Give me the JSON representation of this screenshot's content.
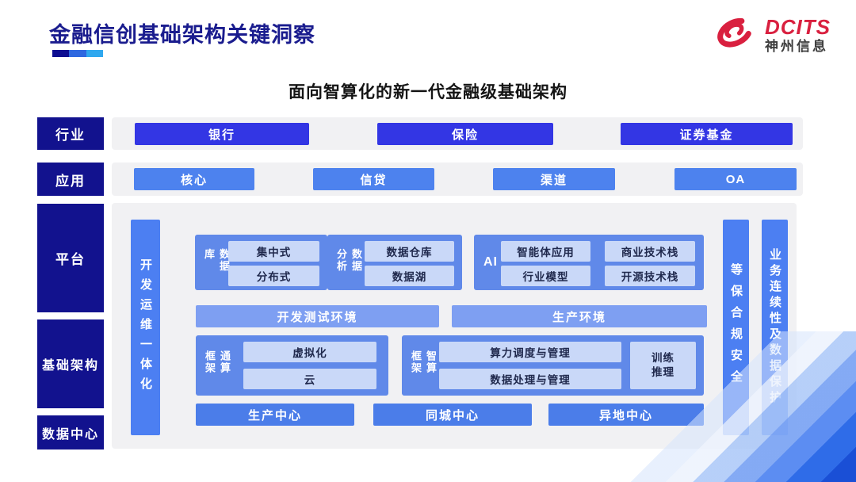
{
  "slide": {
    "title": "金融信创基础架构关键洞察",
    "logo": {
      "brand": "DCITS",
      "company": "神州信息"
    },
    "diagram_title": "面向智算化的新一代金融级基础架构"
  },
  "layers": {
    "industry": {
      "label": "行业",
      "items": [
        "银行",
        "保险",
        "证券基金"
      ]
    },
    "application": {
      "label": "应用",
      "items": [
        "核心",
        "信贷",
        "渠道",
        "OA"
      ]
    },
    "platform_label": "平台",
    "infrastructure_label": "基础架构",
    "datacenter_label": "数据中心"
  },
  "platform": {
    "devops_bar": "开发运维一体化",
    "database": {
      "label": "数据库",
      "items": [
        "集中式",
        "分布式"
      ]
    },
    "analytics": {
      "label": "数据分析",
      "items": [
        "数据仓库",
        "数据湖"
      ]
    },
    "ai": {
      "label": "AI",
      "items": [
        "智能体应用",
        "商业技术栈",
        "行业模型",
        "开源技术栈"
      ]
    },
    "environments": [
      "开发测试环境",
      "生产环境"
    ],
    "general_compute": {
      "label": "通算框架",
      "items": [
        "虚拟化",
        "云"
      ]
    },
    "intelligent_compute": {
      "label": "智算框架",
      "items": [
        "算力调度与管理",
        "数据处理与管理"
      ],
      "side_box": "训练\n推理"
    },
    "centers": [
      "生产中心",
      "同城中心",
      "异地中心"
    ],
    "security_bar": "等保合规安全",
    "continuity_bar": "业务连续性及数据保护"
  },
  "colors": {
    "navy": "#12128e",
    "title_navy": "#1a1c8e",
    "strong_blue": "#3336e4",
    "medium_blue": "#4d82ee",
    "bar_blue": "#4c7ff2",
    "group_blue": "#6089e9",
    "env_blue": "#7e9ff2",
    "light_box": "#c9d8f8",
    "panel_gray": "#f1f1f3",
    "logo_red": "#d9203f"
  }
}
